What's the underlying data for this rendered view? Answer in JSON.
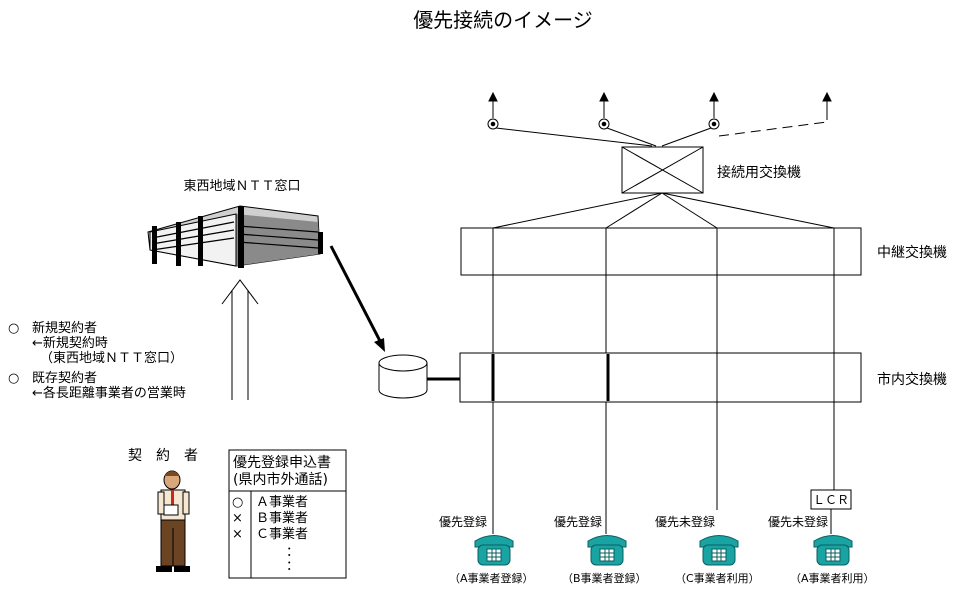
{
  "title": "優先接続のイメージ",
  "ntt_window_label": "東西地域ＮＴＴ窓口",
  "connection_exchange_label": "接続用交換機",
  "relay_exchange_label": "中継交換機",
  "local_exchange_label": "市内交換機",
  "notes": [
    {
      "bullet": "○",
      "text": "新規契約者"
    },
    {
      "bullet": "",
      "text": "←新規契約時"
    },
    {
      "bullet": "",
      "text": "（東西地域ＮＴＴ窓口）"
    },
    {
      "bullet": "○",
      "text": "既存契約者"
    },
    {
      "bullet": "",
      "text": "←各長距離事業者の営業時"
    }
  ],
  "contractor_label": "契　約　者",
  "form": {
    "title_line1": "優先登録申込書",
    "title_line2": "(県内市外通話)",
    "rows": [
      {
        "mark": "○",
        "label": "Ａ事業者"
      },
      {
        "mark": "×",
        "label": "Ｂ事業者"
      },
      {
        "mark": "×",
        "label": "Ｃ事業者"
      }
    ],
    "ellipsis": "："
  },
  "lcr_label": "ＬＣＲ",
  "phones": [
    {
      "top": "優先登録",
      "bottom": "（A事業者登録）"
    },
    {
      "top": "優先登録",
      "bottom": "（B事業者登録）"
    },
    {
      "top": "優先未登録",
      "bottom": "（C事業者利用）"
    },
    {
      "top": "優先未登録",
      "bottom": "（A事業者利用）"
    }
  ],
  "colors": {
    "phone_body": "#1aa3a3",
    "phone_dark": "#0a5f5f",
    "line": "#000000"
  }
}
